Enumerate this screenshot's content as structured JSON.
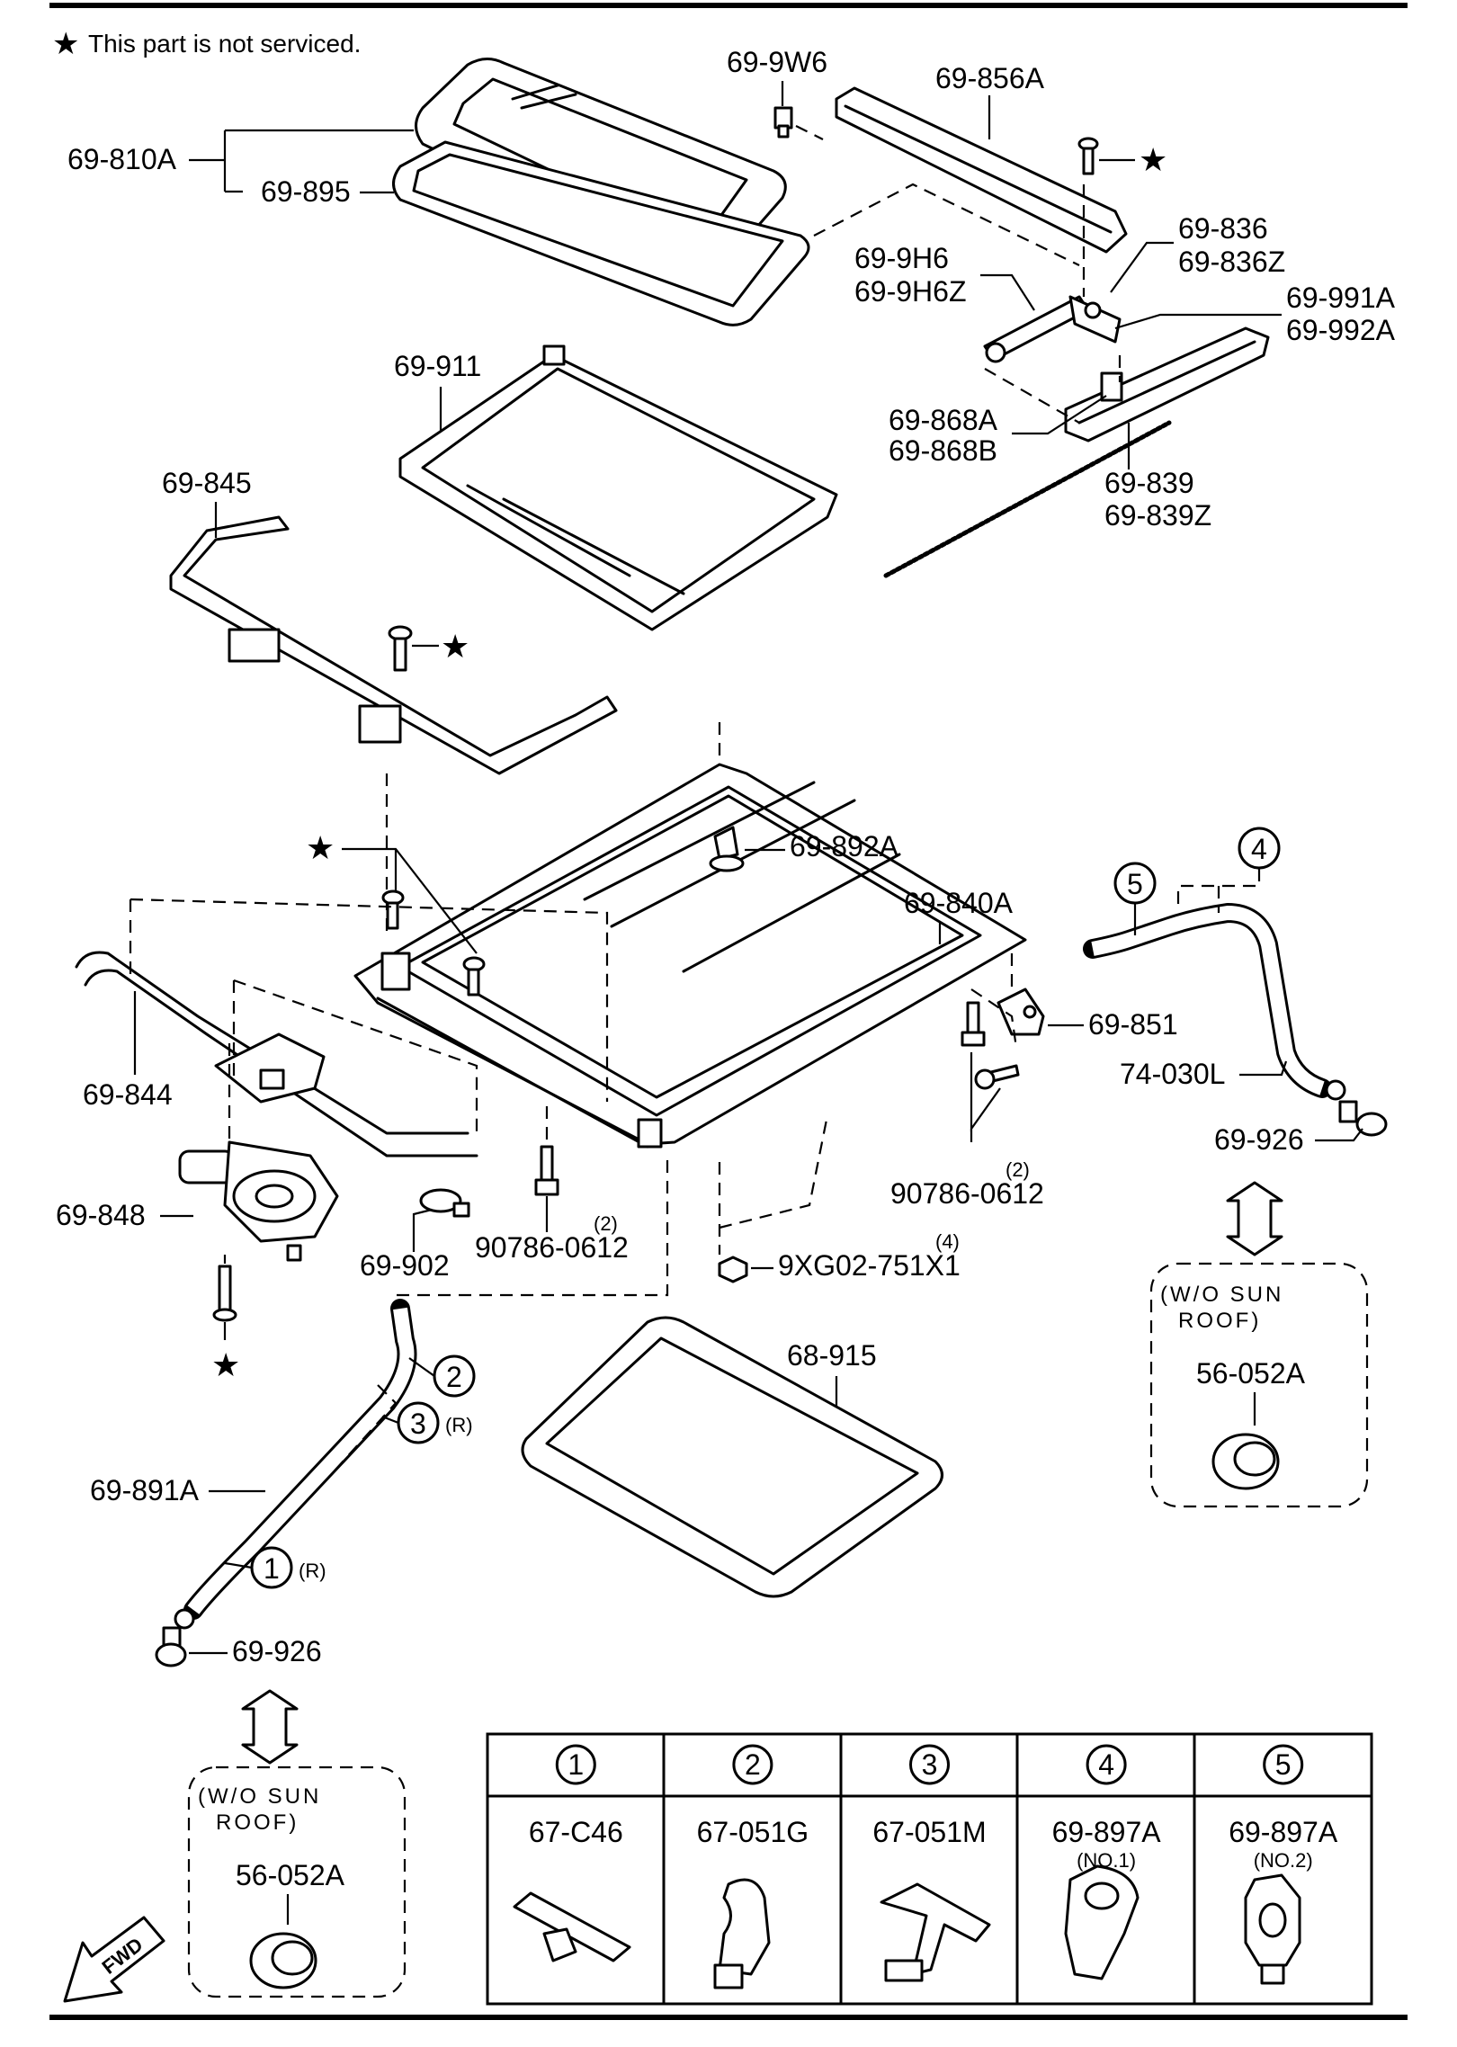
{
  "note": {
    "star": "★",
    "text": "This part is not serviced."
  },
  "labels": {
    "p_810a": "69-810A",
    "p_895": "69-895",
    "p_9w6": "69-9W6",
    "p_856a": "69-856A",
    "p_836": "69-836",
    "p_836z": "69-836Z",
    "p_9h6": "69-9H6",
    "p_9h6z": "69-9H6Z",
    "p_991a": "69-991A",
    "p_992a": "69-992A",
    "p_911": "69-911",
    "p_868a": "69-868A",
    "p_868b": "69-868B",
    "p_845": "69-845",
    "p_839": "69-839",
    "p_839z": "69-839Z",
    "p_892a": "69-892A",
    "p_840a": "69-840A",
    "p_844": "69-844",
    "p_851": "69-851",
    "p_030l": "74-030L",
    "p_926_right": "69-926",
    "p_848": "69-848",
    "p_902": "69-902",
    "p_90786_left": "90786-0612",
    "p_90786_left_qty": "(2)",
    "p_90786_right": "90786-0612",
    "p_90786_right_qty": "(2)",
    "p_9xg02": "9XG02-751X1",
    "p_9xg02_qty": "(4)",
    "p_915": "68-915",
    "p_891a": "69-891A",
    "p_926_left": "69-926",
    "p_052a_right": "56-052A",
    "p_052a_left": "56-052A",
    "wo_sunroof_line1": "(W/O  SUN",
    "wo_sunroof_line2": "ROOF)",
    "r_mark": "(R)",
    "fwd": "FWD"
  },
  "callouts": {
    "c1": "1",
    "c2": "2",
    "c3": "3",
    "c4": "4",
    "c5": "5"
  },
  "clip_table": {
    "columns": [
      {
        "number": "1",
        "part": "67-C46",
        "note": ""
      },
      {
        "number": "2",
        "part": "67-051G",
        "note": ""
      },
      {
        "number": "3",
        "part": "67-051M",
        "note": ""
      },
      {
        "number": "4",
        "part": "69-897A",
        "note": "(NO.1)"
      },
      {
        "number": "5",
        "part": "69-897A",
        "note": "(NO.2)"
      }
    ]
  }
}
